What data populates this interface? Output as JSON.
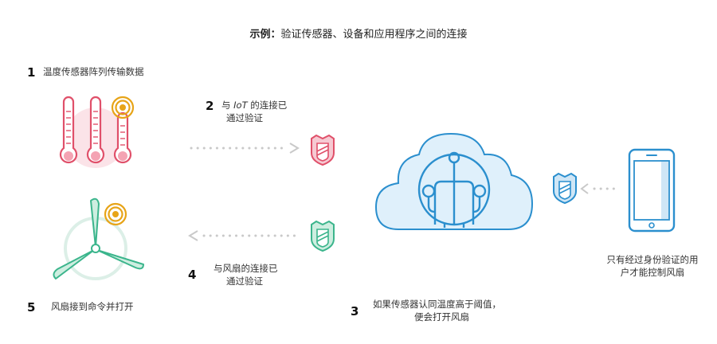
{
  "title": {
    "bold": "示例：",
    "text": "验证传感器、设备和应用程序之间的连接"
  },
  "steps": [
    {
      "num": "1",
      "text": "温度传感器阵列传输数据"
    },
    {
      "num": "2",
      "line1_pre": "与 ",
      "line1_italic": "IoT",
      "line1_post": " 的连接已",
      "line2": "通过验证"
    },
    {
      "num": "3",
      "line1": "如果传感器认同温度高于阈值，",
      "line2": "便会打开风扇"
    },
    {
      "num": "4",
      "line1": "与风扇的连接已",
      "line2": "通过验证"
    },
    {
      "num": "5",
      "text": "风扇接到命令并打开"
    }
  ],
  "phone_caption": {
    "line1": "只有经过身份验证的用",
    "line2": "户才能控制风扇"
  },
  "colors": {
    "red": "#e0506a",
    "green": "#3bb58c",
    "blue": "#2b8fce",
    "gold": "#e7a418",
    "arrow": "#c9c9c9"
  }
}
